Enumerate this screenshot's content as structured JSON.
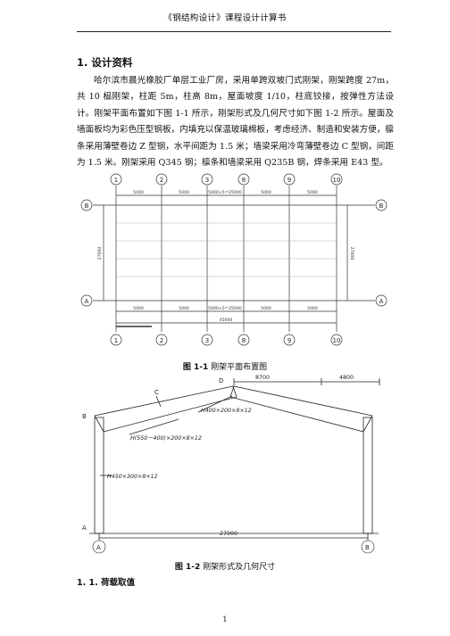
{
  "header": {
    "title": "《钢结构设计》课程设计计算书"
  },
  "section": {
    "title": "1.  设计资料"
  },
  "paragraph": "哈尔滨市晨光橡胶厂单层工业厂房，采用单跨双坡门式刚架，刚架跨度 27m，共 10 榀刚架，柱距 5m，柱高 8m，屋面坡度 1/10，柱底铰接，按弹性方法设计。刚架平面布置如下图 1-1 所示，刚架形式及几何尺寸如下图 1-2 所示。屋面及墙面板均为彩色压型钢板，内填充以保温玻璃棉板，考虑经济、制造和安装方便，檩条采用薄壁卷边 Z 型钢，水平间距为 1.5 米；墙梁采用冷弯薄壁卷边 C 型钢，间距为 1.5 米。刚架采用 Q345 钢；檩条和墙梁采用 Q235B 钢，焊条采用 E43 型。",
  "plan": {
    "axes": [
      "1",
      "2",
      "3",
      "8",
      "9",
      "10"
    ],
    "rows": [
      "B",
      "A"
    ],
    "top_dims": [
      "5000",
      "5000",
      "5000×5＝25000",
      "5000",
      "5000"
    ],
    "bottom_dims": [
      "5000",
      "5000",
      "5000×5＝25000",
      "5000",
      "5000"
    ],
    "total": "45000",
    "left_dim": "27000",
    "right_dim": "27000"
  },
  "fig1_caption": {
    "num": "图 1-1",
    "text": " 刚架平面布置图"
  },
  "frame": {
    "points": {
      "B": "B",
      "C": "C",
      "D": "D",
      "A": "A"
    },
    "dim_left": "8700",
    "dim_right": "4800",
    "section_ridge": "H400×200×8×12",
    "section_rafter": "H(550－400)×200×8×12",
    "section_column": "H450×300×8×12",
    "span": "27000",
    "support_left": "A",
    "support_right": "B"
  },
  "fig2_caption": {
    "num": "图 1-2",
    "text": " 刚架形式及几何尺寸"
  },
  "subsection": {
    "title": "1. 1.  荷载取值"
  },
  "page_number": "1"
}
